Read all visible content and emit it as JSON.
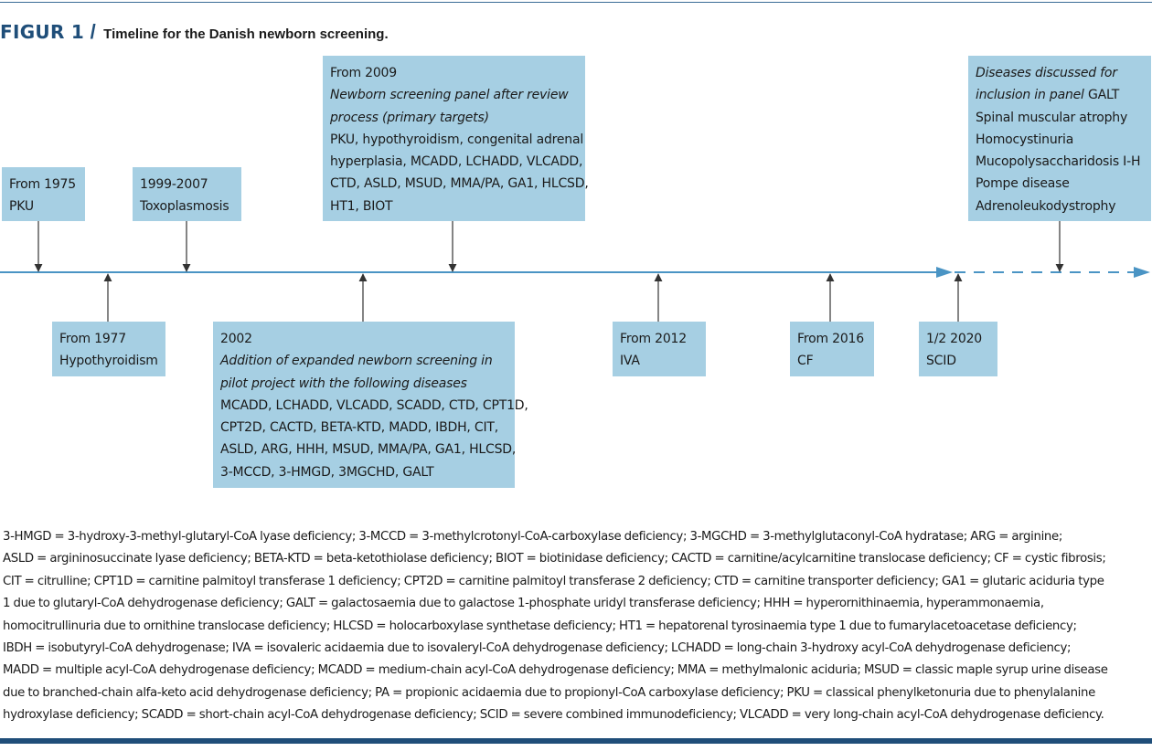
{
  "figure": {
    "label": "FIGUR 1",
    "slash": "/",
    "title": "Timeline for the Danish newborn screening."
  },
  "colors": {
    "accent": "#1f4e79",
    "timeline": "#4a94c4",
    "box_fill": "#a6cfe3",
    "arrow": "#333333"
  },
  "events_above": [
    {
      "id": "1975",
      "line1": "From 1975",
      "line2": "PKU"
    },
    {
      "id": "1999",
      "line1": "1999-2007",
      "line2": "Toxoplasmosis"
    },
    {
      "id": "2009",
      "line1": "From 2009",
      "line2": "Newborn screening panel after review",
      "line3": "process (primary targets)",
      "line4": "PKU, hypothyroidism, congenital adrenal",
      "line5": "hyperplasia, MCADD, LCHADD, VLCADD,",
      "line6": "CTD, ASLD, MSUD, MMA/PA, GA1, HLCSD,",
      "line7": "HT1, BIOT"
    },
    {
      "id": "future",
      "line1": "Diseases discussed for",
      "line2_italic": "inclusion in panel",
      "line2_rest": "GALT",
      "line3": "Spinal muscular atrophy",
      "line4": "Homocystinuria",
      "line5": "Mucopolysaccharidosis I-H",
      "line6": "Pompe disease",
      "line7": "Adrenoleukodystrophy"
    }
  ],
  "events_below": [
    {
      "id": "1977",
      "line1": "From 1977",
      "line2": "Hypothyroidism"
    },
    {
      "id": "2002",
      "line1": "2002",
      "line2": "Addition of expanded newborn screening in",
      "line3": "pilot project with the following diseases",
      "line4": "MCADD, LCHADD, VLCADD, SCADD, CTD, CPT1D,",
      "line5": "CPT2D, CACTD, BETA-KTD, MADD, IBDH, CIT,",
      "line6": "ASLD, ARG, HHH, MSUD, MMA/PA, GA1, HLCSD,",
      "line7": "3-MCCD, 3-HMGD, 3MGCHD, GALT"
    },
    {
      "id": "2012",
      "line1": "From 2012",
      "line2": "IVA"
    },
    {
      "id": "2016",
      "line1": "From 2016",
      "line2": "CF"
    },
    {
      "id": "2020",
      "line1": "1/2 2020",
      "line2": "SCID"
    }
  ],
  "abbreviations": [
    "3-HMGD = 3-hydroxy-3-methyl-glutaryl-CoA lyase deficiency; 3-MCCD = 3-methylcrotonyl-CoA-carboxylase deficiency; 3-MGCHD = 3-methylglutaconyl-CoA hydratase; ARG = arginine;",
    "ASLD = argininosuccinate lyase deficiency; BETA-KTD = beta-ketothiolase deficiency; BIOT = biotinidase deficiency; CACTD = carnitine/acylcarnitine translocase deficiency; CF = cystic fibrosis;",
    "CIT = citrulline; CPT1D = carnitine palmitoyl transferase 1 deficiency; CPT2D = carnitine palmitoyl transferase 2 deficiency; CTD = carnitine transporter deficiency; GA1 = glutaric aciduria type",
    "1 due to glutaryl-CoA dehydrogenase deficiency; GALT = galactosaemia due to galactose 1-phosphate uridyl transferase deficiency; HHH = hyperornithinaemia, hyperammonaemia,",
    "homocitrullinuria due to ornithine translocase deficiency; HLCSD = holocarboxylase synthetase deficiency; HT1 = hepatorenal tyrosinaemia type 1 due to fumarylacetoacetase deficiency;",
    "IBDH = isobutyryl-CoA dehydrogenase; IVA = isovaleric acidaemia due to isovaleryl-CoA dehydrogenase deficiency; LCHADD = long-chain 3-hydroxy acyl-CoA dehydrogenase deficiency;",
    "MADD = multiple acyl-CoA dehydrogenase deficiency; MCADD = medium-chain acyl-CoA dehydrogenase deficiency; MMA = methylmalonic aciduria; MSUD = classic maple syrup urine disease",
    "due to branched-chain alfa-keto acid dehydrogenase deficiency; PA = propionic acidaemia due to propionyl-CoA carboxylase deficiency; PKU = classical phenylketonuria due to phenylalanine",
    "hydroxylase deficiency; SCADD = short-chain acyl-CoA dehydrogenase deficiency; SCID = severe combined immunodeficiency; VLCADD = very long-chain acyl-CoA dehydrogenase deficiency."
  ]
}
